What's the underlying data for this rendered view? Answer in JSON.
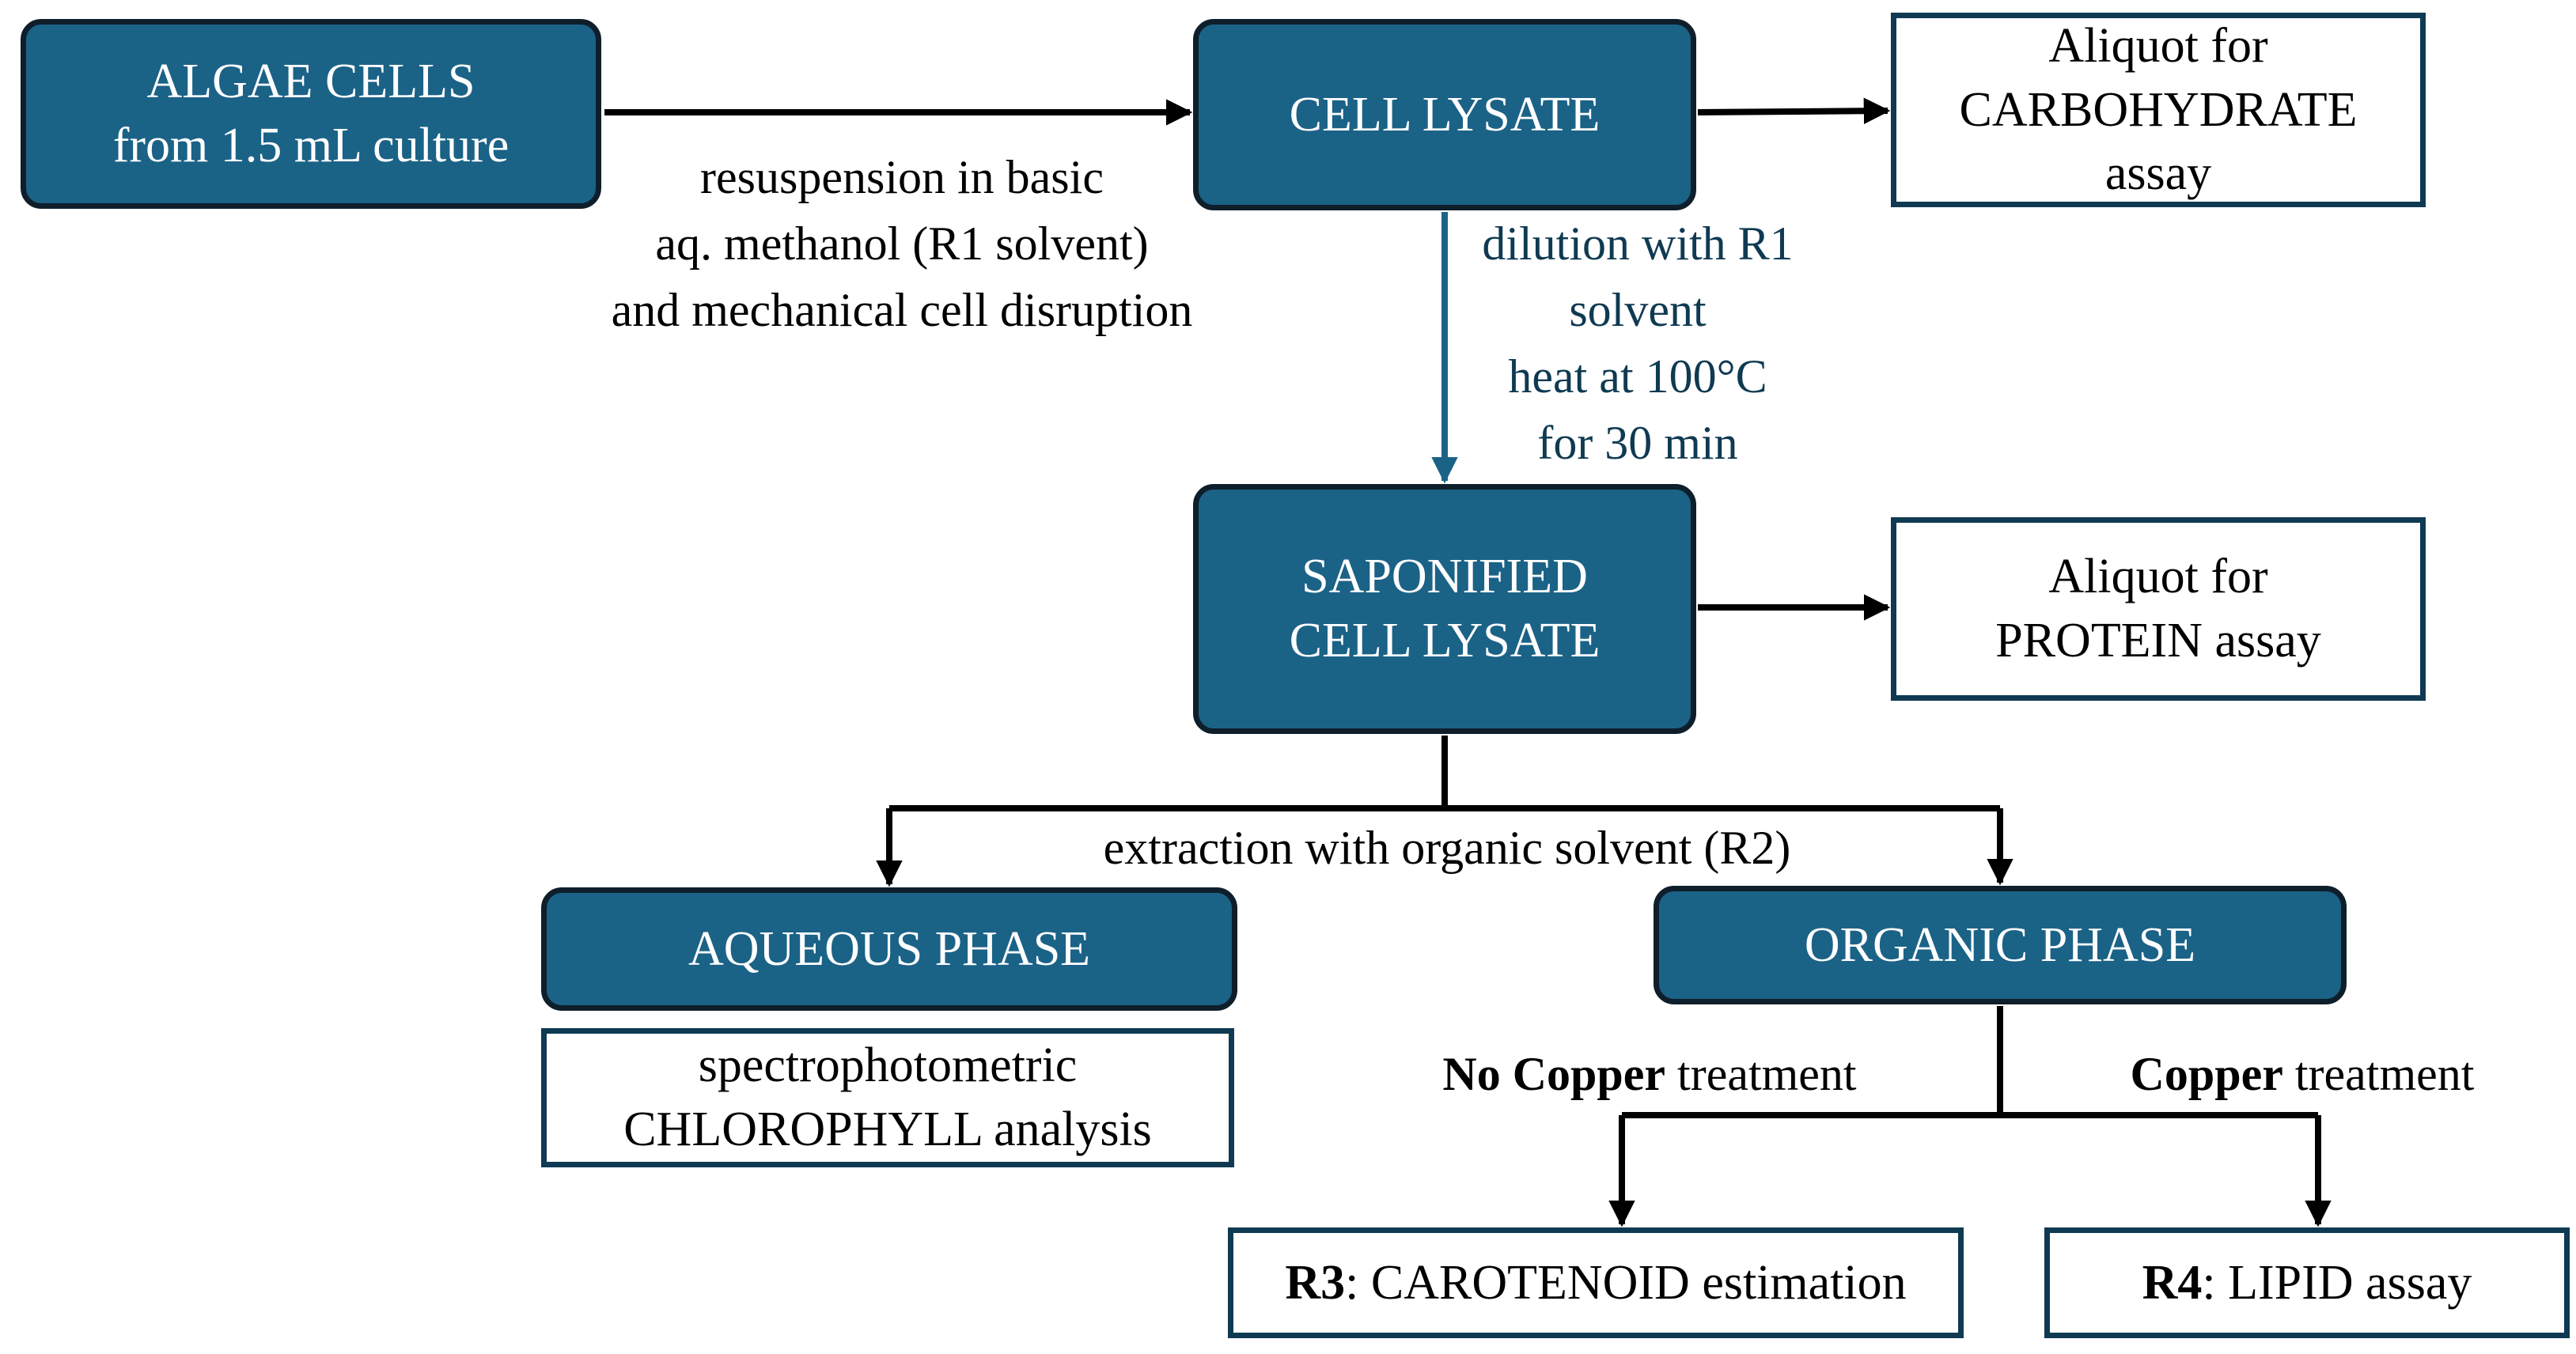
{
  "colors": {
    "filled_box": "#1b6287",
    "filled_box_border": "#0e1f2b",
    "outline_box_border": "#0f3a52",
    "arrow_black": "#000000",
    "arrow_teal": "#1b6287",
    "note_text_teal": "#0f3a52"
  },
  "nodes": {
    "algae_cells": {
      "line1": "ALGAE CELLS",
      "line2": "from 1.5 mL culture"
    },
    "cell_lysate": {
      "line1": "CELL LYSATE"
    },
    "aliquot_carbohydrate": {
      "line1": "Aliquot for",
      "line2": "CARBOHYDRATE",
      "line3": "assay"
    },
    "saponified_lysate": {
      "line1": "SAPONIFIED",
      "line2": "CELL LYSATE"
    },
    "aliquot_protein": {
      "line1": "Aliquot for",
      "line2": "PROTEIN assay"
    },
    "aqueous_phase": {
      "line1": "AQUEOUS PHASE"
    },
    "organic_phase": {
      "line1": "ORGANIC PHASE"
    },
    "chlorophyll": {
      "line1": "spectrophotometric",
      "line2": "CHLOROPHYLL analysis"
    },
    "carotenoid": {
      "bold": "R3",
      "rest": ": CAROTENOID estimation"
    },
    "lipid": {
      "bold": "R4",
      "rest": ": LIPID assay"
    }
  },
  "labels": {
    "resuspension": {
      "line1": "resuspension in basic",
      "line2": "aq. methanol (R1 solvent)",
      "line3": "and mechanical cell disruption"
    },
    "dilution": {
      "line1": "dilution with R1",
      "line2": "solvent",
      "line3": "heat at 100°C",
      "line4": "for 30 min"
    },
    "extraction": {
      "line1": "extraction with organic solvent (R2)"
    },
    "no_copper": {
      "bold": "No Copper",
      "rest": " treatment"
    },
    "copper": {
      "bold": "Copper",
      "rest": " treatment"
    }
  }
}
